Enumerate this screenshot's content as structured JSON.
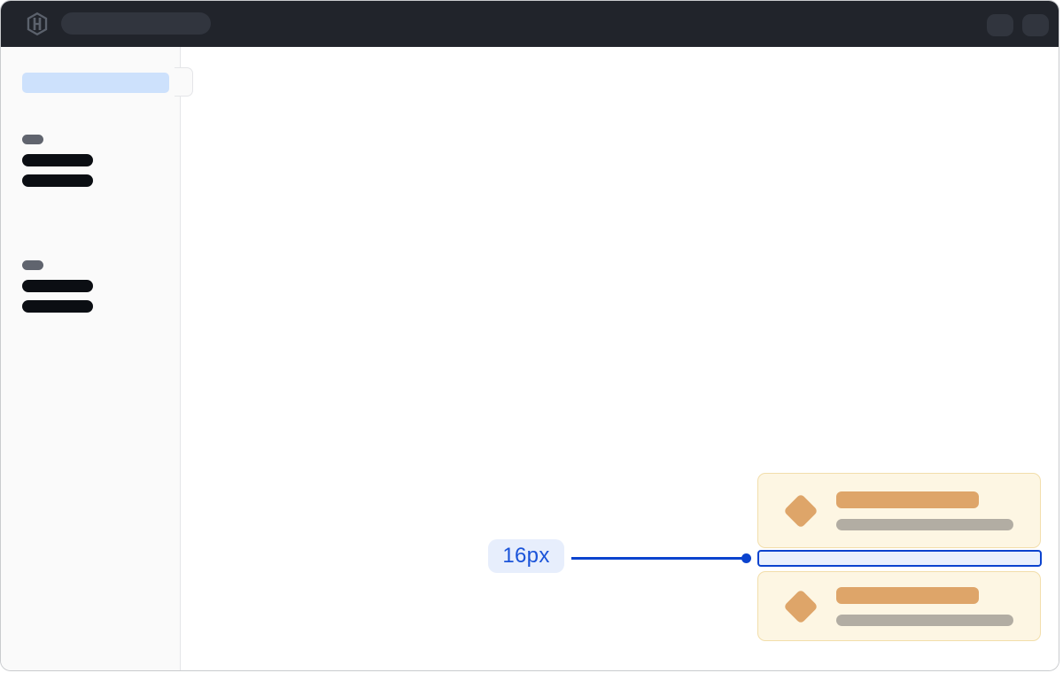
{
  "annotation": {
    "label": "16px",
    "target": "vertical gap between stacked cards"
  },
  "topbar": {
    "logo_icon": "hashicorp-logo",
    "search_skeleton": true,
    "action_skeletons": [
      "notifications-skeleton",
      "user-menu-skeleton"
    ]
  },
  "sidebar": {
    "selected_item_skeleton": true,
    "collapse_handle": true,
    "groups": [
      {
        "label_skeleton": true,
        "item_skeletons": 2
      },
      {
        "label_skeleton": true,
        "item_skeletons": 2
      }
    ]
  },
  "main": {
    "cards": [
      {
        "icon": "diamond-icon",
        "title_skeleton": true,
        "subtitle_skeleton": true
      },
      {
        "icon": "diamond-icon",
        "title_skeleton": true,
        "subtitle_skeleton": true
      }
    ],
    "spacing_highlight_value": "16px"
  },
  "colors": {
    "accent": "#0b43ce",
    "accent_text": "#1b54d9",
    "accent_pill_bg": "#e7eefc",
    "accent_rect_fill": "#e9f0fd",
    "topbar_bg": "#21242b",
    "topbar_skeleton": "#31353e",
    "logo": "#5b616c",
    "frame_border": "#c9cbce",
    "sidebar_bg": "#fafafa",
    "sidebar_border": "#e4e5e8",
    "sidebar_selected": "#cde1fc",
    "sidebar_label": "#60646e",
    "sidebar_item": "#0b0e13",
    "card_bg": "#fdf6e3",
    "card_border": "#f2deab",
    "card_accent": "#dea569",
    "card_muted": "#b2ada3",
    "canvas_bg": "#ffffff"
  }
}
